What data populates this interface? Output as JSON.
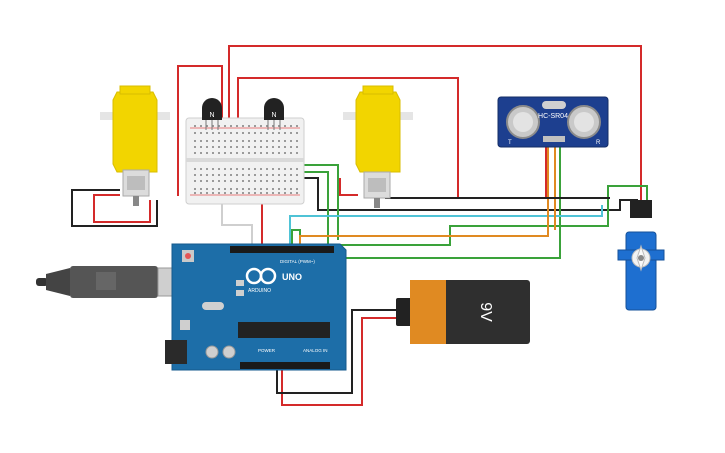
{
  "transistors": [
    {
      "letter": "N"
    },
    {
      "letter": "N"
    }
  ],
  "arduino": {
    "logo_text": "UNO",
    "brand_text": "ARDUINO",
    "digital_label": "DIGITAL (PWM~)",
    "power_label": "POWER",
    "analog_label": "ANALOG IN"
  },
  "sensor": {
    "model": "HC-SR04",
    "left_mark": "T",
    "right_mark": "R"
  },
  "battery": {
    "label": "9V"
  },
  "colors": {
    "red_wire": "#d42a2a",
    "black_wire": "#222222",
    "green_wire": "#3aa23a",
    "orange_wire": "#e08a22",
    "cyan_wire": "#4fc3d6",
    "board_blue": "#1d6ea8",
    "motor_yellow": "#f2d500",
    "sensor_blue": "#1d3f8f",
    "servo_blue": "#1e6fd0"
  },
  "icons": [
    "usb-cable-icon",
    "dc-motor-icon",
    "servo-icon",
    "breadboard-icon",
    "transistor-icon"
  ]
}
